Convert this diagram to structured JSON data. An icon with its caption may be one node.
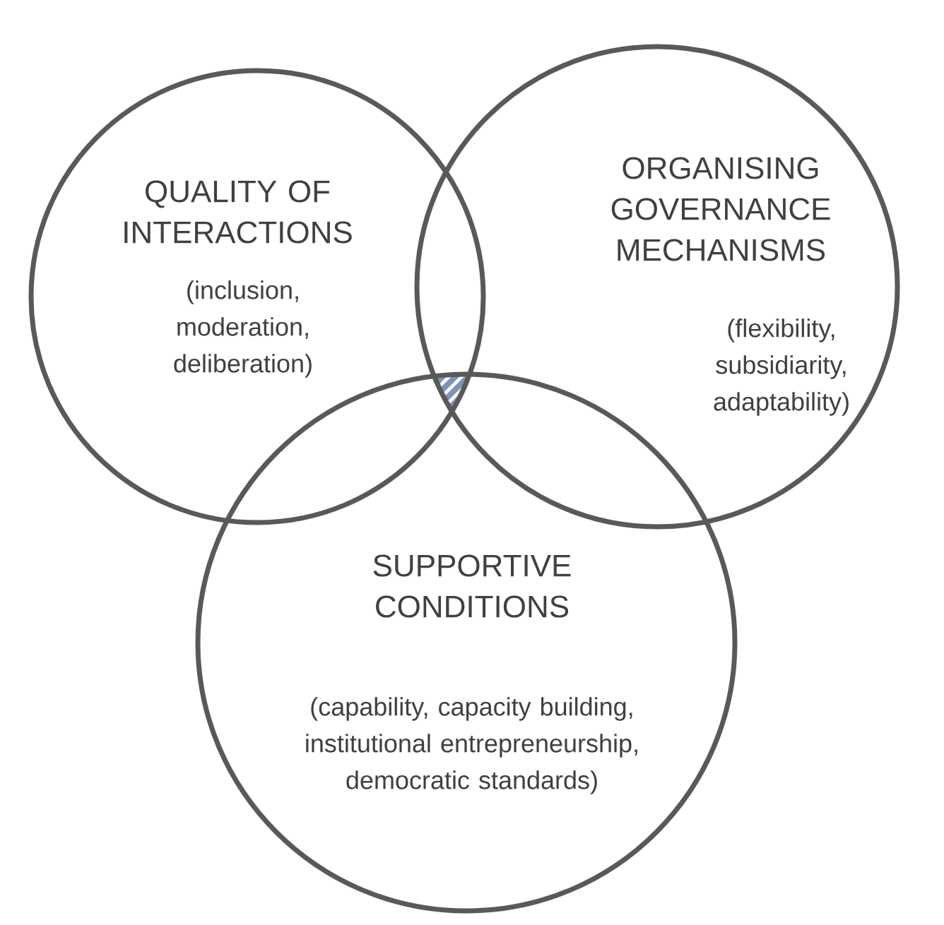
{
  "diagram": {
    "nodes": [
      {
        "text": [
          "QUALITY OF INTERACTIONS",
          "(inclusion, moderation, deliberation)"
        ]
      },
      {
        "text": [
          "ORGANISING GOVERNANCE MECHANISMS",
          "(flexibility, subsidiarity, adaptability)"
        ]
      },
      {
        "text": [
          "SUPPORTIVE CONDITIONS",
          "(capability, capacity building, institutional entrepreneurship, democratic standards)"
        ]
      }
    ]
  }
}
